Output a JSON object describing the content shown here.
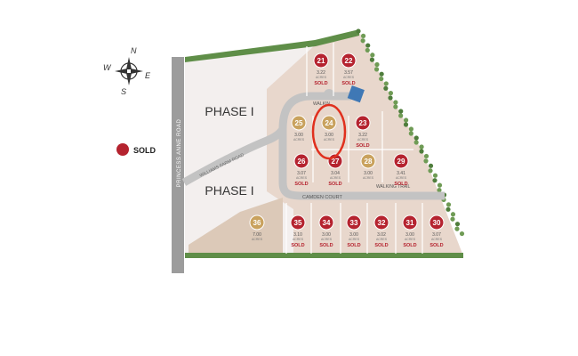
{
  "compass": {
    "n": "N",
    "s": "S",
    "e": "E",
    "w": "W"
  },
  "legend": {
    "label": "SOLD",
    "color": "#b5232f"
  },
  "roads": {
    "princess_anne": "PRINCESS ANNE ROAD",
    "williams_farm": "WILLIAMS FARM ROAD",
    "walking_trail_top": "WALKIN",
    "walking_trail": "WALKING TRAIL",
    "camden_court": "CAMDEN COURT"
  },
  "phases": [
    "PHASE I",
    "PHASE I"
  ],
  "colors": {
    "sold": "#b5232f",
    "available": "#c9a25e",
    "highlight": "#e0301e",
    "amenity": "#3f78b5"
  },
  "lots": [
    {
      "number": "21",
      "acres": "3.22",
      "unit": "ACRES",
      "status": "SOLD"
    },
    {
      "number": "22",
      "acres": "3.57",
      "unit": "ACRES",
      "status": "SOLD"
    },
    {
      "number": "25",
      "acres": "3.00",
      "unit": "ACRES",
      "status": ""
    },
    {
      "number": "24",
      "acres": "3.00",
      "unit": "ACRES",
      "status": ""
    },
    {
      "number": "23",
      "acres": "3.22",
      "unit": "ACRES",
      "status": "SOLD"
    },
    {
      "number": "26",
      "acres": "3.07",
      "unit": "ACRES",
      "status": "SOLD"
    },
    {
      "number": "27",
      "acres": "3.04",
      "unit": "ACRES",
      "status": "SOLD"
    },
    {
      "number": "28",
      "acres": "3.00",
      "unit": "ACRES",
      "status": ""
    },
    {
      "number": "29",
      "acres": "3.41",
      "unit": "ACRES",
      "status": "SOLD"
    },
    {
      "number": "36",
      "acres": "7.00",
      "unit": "ACRES",
      "status": ""
    },
    {
      "number": "35",
      "acres": "3.10",
      "unit": "ACRES",
      "status": "SOLD"
    },
    {
      "number": "34",
      "acres": "3.00",
      "unit": "ACRES",
      "status": "SOLD"
    },
    {
      "number": "33",
      "acres": "3.00",
      "unit": "ACRES",
      "status": "SOLD"
    },
    {
      "number": "32",
      "acres": "3.02",
      "unit": "ACRES",
      "status": "SOLD"
    },
    {
      "number": "31",
      "acres": "3.00",
      "unit": "ACRES",
      "status": "SOLD"
    },
    {
      "number": "30",
      "acres": "3.07",
      "unit": "ACRES",
      "status": "SOLD"
    }
  ],
  "highlighted_lot": "24"
}
